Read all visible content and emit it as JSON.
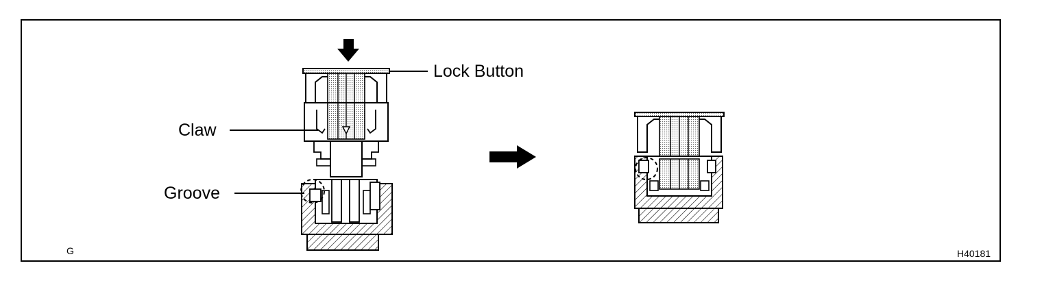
{
  "labels": {
    "lock_button": "Lock Button",
    "claw": "Claw",
    "groove": "Groove",
    "corner_left": "G",
    "figure_code": "H40181"
  },
  "colors": {
    "ink": "#000000",
    "paper": "#ffffff",
    "stipple": "#bdbdbd"
  }
}
